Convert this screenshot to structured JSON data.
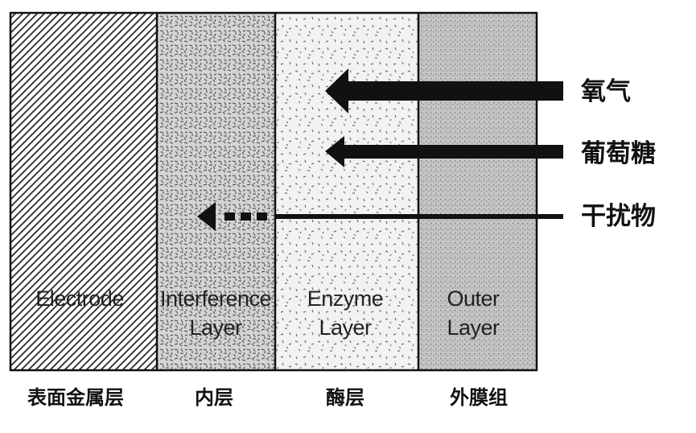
{
  "layers": [
    {
      "id": "electrode",
      "inner_label": [
        "Electrode"
      ],
      "caption": "表面金属层",
      "pattern": "diagonal-hatch"
    },
    {
      "id": "interference",
      "inner_label": [
        "Interference",
        "Layer"
      ],
      "caption": "内层",
      "pattern": "dense-dashes"
    },
    {
      "id": "enzyme",
      "inner_label": [
        "Enzyme",
        "Layer"
      ],
      "caption": "酶层",
      "pattern": "sparse-dashes"
    },
    {
      "id": "outer",
      "inner_label": [
        "Outer",
        "Layer"
      ],
      "caption": "外膜组",
      "pattern": "fine-stipple"
    }
  ],
  "arrows": [
    {
      "id": "oxygen",
      "label": "氧气",
      "style": "solid-thick",
      "reaches": "enzyme"
    },
    {
      "id": "glucose",
      "label": "葡萄糖",
      "style": "solid-medium",
      "reaches": "enzyme"
    },
    {
      "id": "interferents",
      "label": "干扰物",
      "style": "solid-thin-then-dotted",
      "reaches": "interference"
    }
  ],
  "colors": {
    "outline": "#111111",
    "background": "#ffffff",
    "electrode_fill": "#ffffff",
    "interference_fill": "#d4d4d4",
    "enzyme_fill": "#f2f2f2",
    "outer_fill": "#c6c6c6"
  }
}
